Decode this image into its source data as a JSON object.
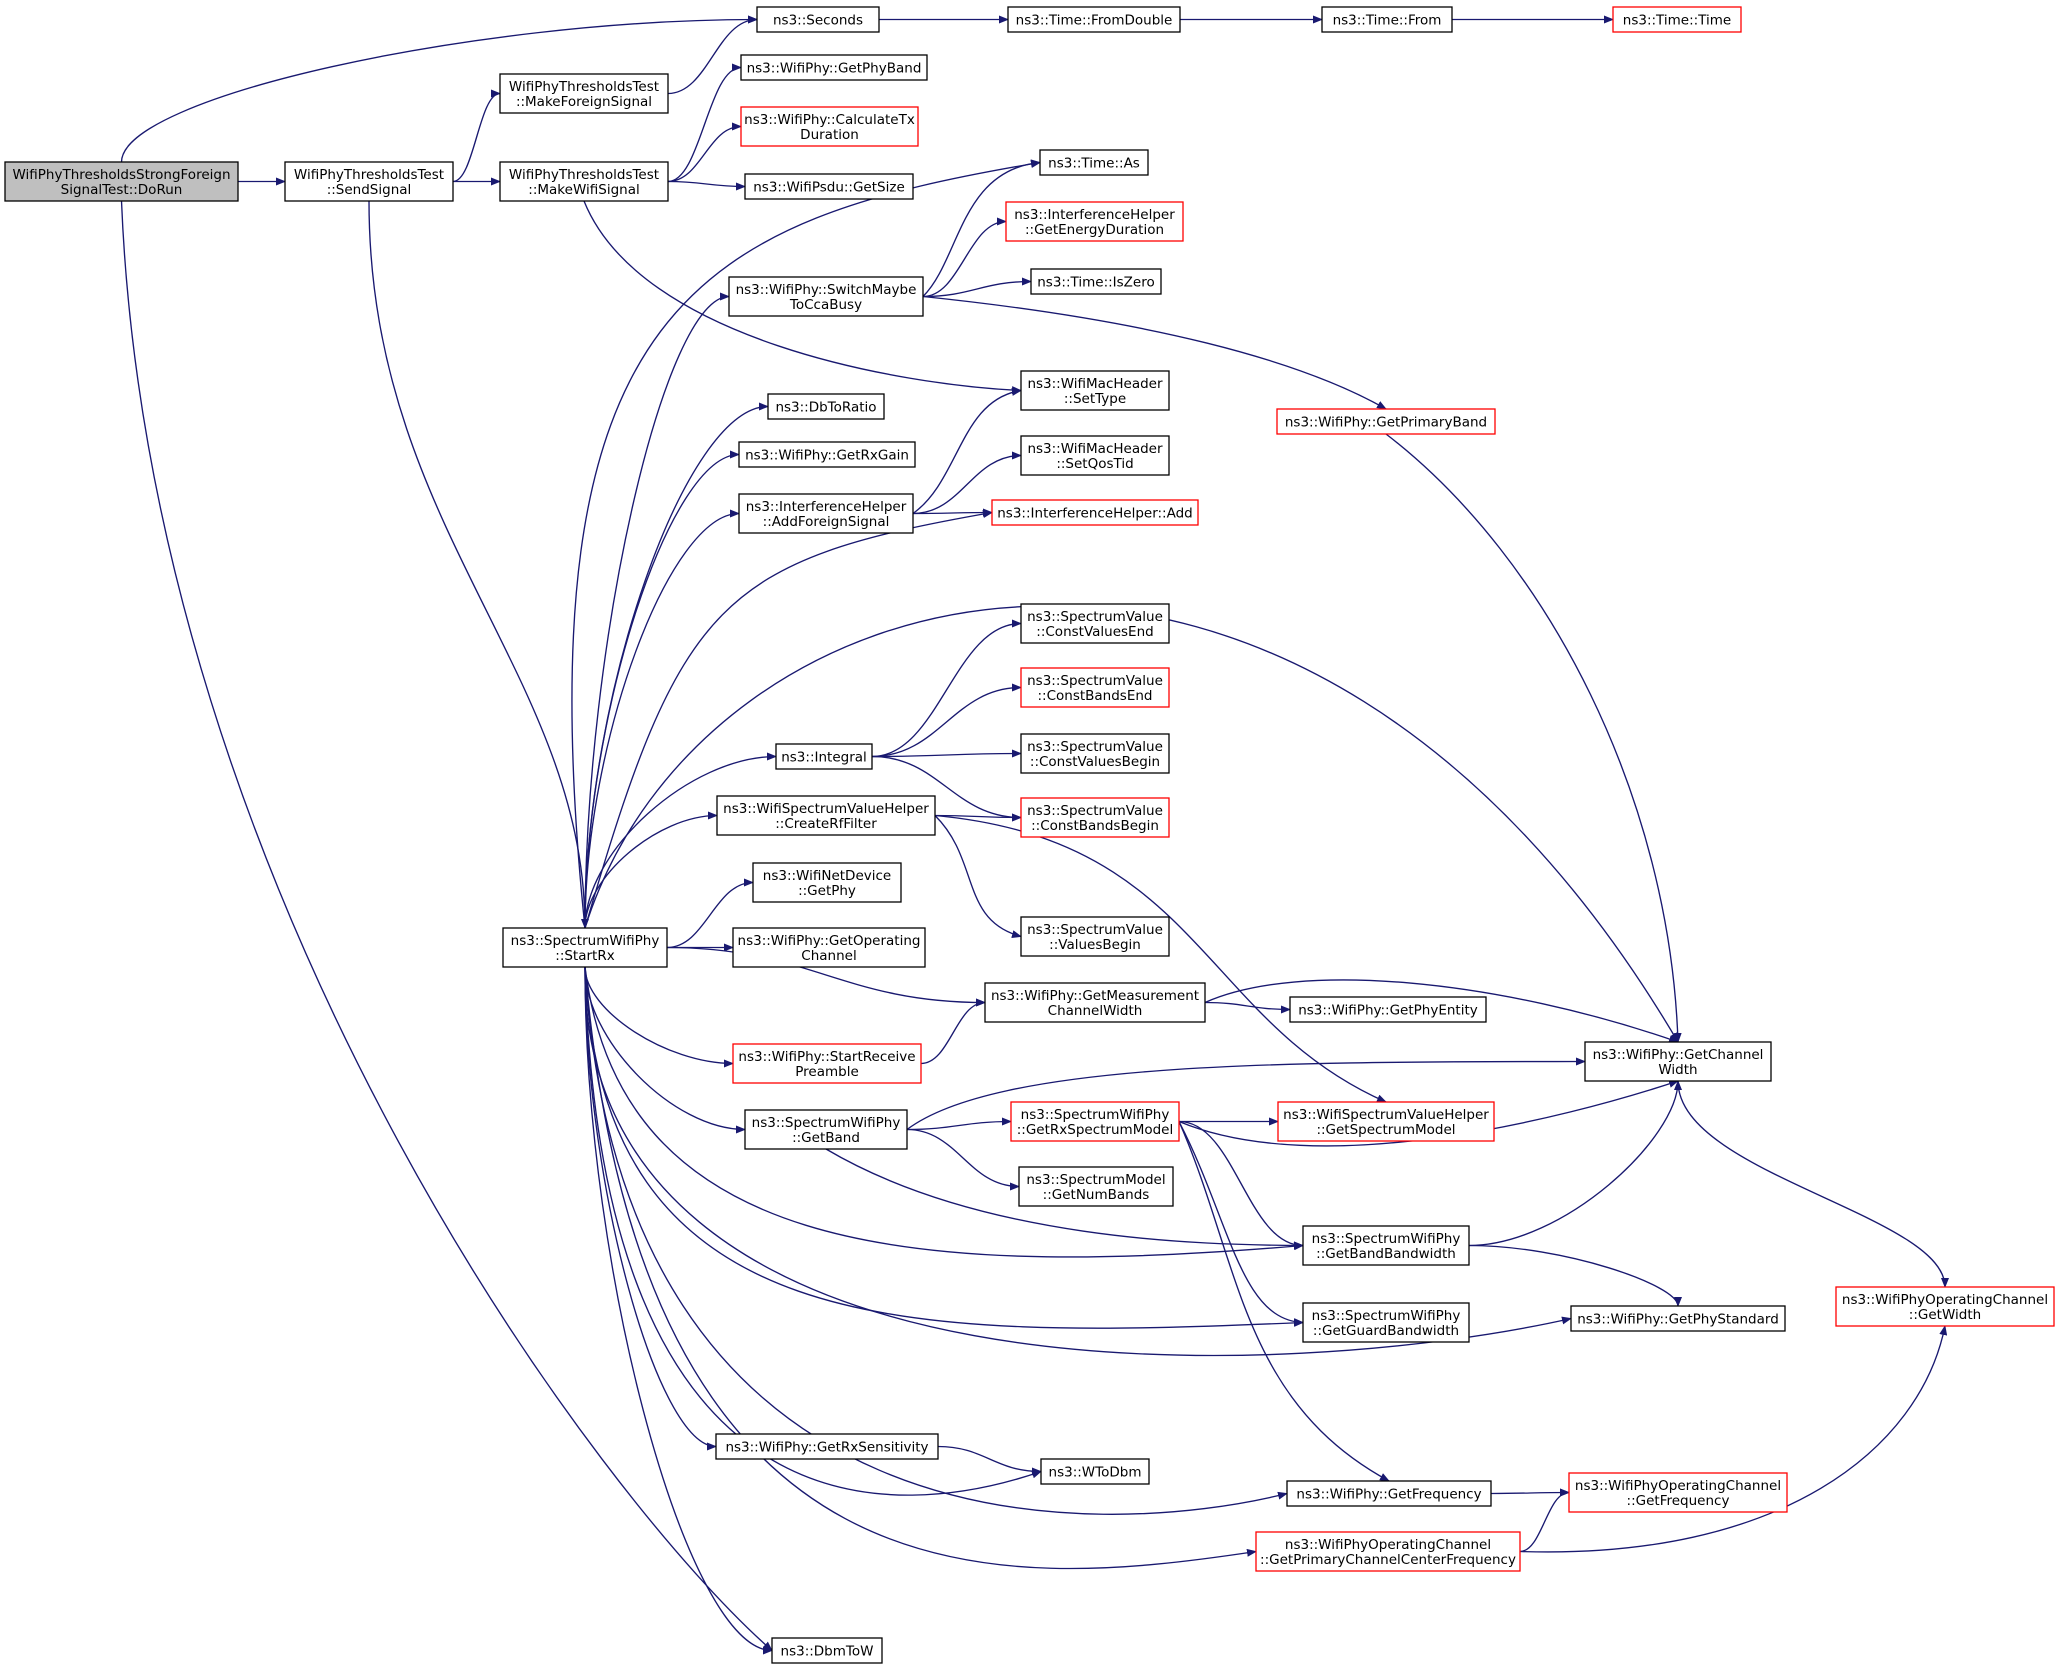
{
  "colors": {
    "edge": "#191970",
    "red_border": "#ff0000",
    "black_border": "#000000",
    "root_fill": "#bfbfbf"
  },
  "nodes": {
    "root": {
      "lines": [
        "WifiPhyThresholdsStrongForeign",
        "SignalTest::DoRun"
      ],
      "style": "root"
    },
    "sendSignal": {
      "lines": [
        "WifiPhyThresholdsTest",
        "::SendSignal"
      ]
    },
    "makeForeign": {
      "lines": [
        "WifiPhyThresholdsTest",
        "::MakeForeignSignal"
      ]
    },
    "makeWifi": {
      "lines": [
        "WifiPhyThresholdsTest",
        "::MakeWifiSignal"
      ]
    },
    "seconds": {
      "lines": [
        "ns3::Seconds"
      ]
    },
    "fromDouble": {
      "lines": [
        "ns3::Time::FromDouble"
      ]
    },
    "timeFrom": {
      "lines": [
        "ns3::Time::From"
      ]
    },
    "timeTime": {
      "lines": [
        "ns3::Time::Time"
      ],
      "style": "red"
    },
    "getPhyBand": {
      "lines": [
        "ns3::WifiPhy::GetPhyBand"
      ]
    },
    "calcTx": {
      "lines": [
        "ns3::WifiPhy::CalculateTx",
        "Duration"
      ],
      "style": "red"
    },
    "psduSize": {
      "lines": [
        "ns3::WifiPsdu::GetSize"
      ]
    },
    "timeAs": {
      "lines": [
        "ns3::Time::As"
      ]
    },
    "getEnergyDur": {
      "lines": [
        "ns3::InterferenceHelper",
        "::GetEnergyDuration"
      ],
      "style": "red"
    },
    "isZero": {
      "lines": [
        "ns3::Time::IsZero"
      ]
    },
    "switchCca": {
      "lines": [
        "ns3::WifiPhy::SwitchMaybe",
        "ToCcaBusy"
      ]
    },
    "setType": {
      "lines": [
        "ns3::WifiMacHeader",
        "::SetType"
      ]
    },
    "primaryBand": {
      "lines": [
        "ns3::WifiPhy::GetPrimaryBand"
      ],
      "style": "red"
    },
    "dbToRatio": {
      "lines": [
        "ns3::DbToRatio"
      ]
    },
    "rxGain": {
      "lines": [
        "ns3::WifiPhy::GetRxGain"
      ]
    },
    "setQos": {
      "lines": [
        "ns3::WifiMacHeader",
        "::SetQosTid"
      ]
    },
    "addForeign": {
      "lines": [
        "ns3::InterferenceHelper",
        "::AddForeignSignal"
      ]
    },
    "ihAdd": {
      "lines": [
        "ns3::InterferenceHelper::Add"
      ],
      "style": "red"
    },
    "cvEnd": {
      "lines": [
        "ns3::SpectrumValue",
        "::ConstValuesEnd"
      ]
    },
    "cbEnd": {
      "lines": [
        "ns3::SpectrumValue",
        "::ConstBandsEnd"
      ],
      "style": "red"
    },
    "integral": {
      "lines": [
        "ns3::Integral"
      ]
    },
    "cvBegin": {
      "lines": [
        "ns3::SpectrumValue",
        "::ConstValuesBegin"
      ]
    },
    "cbBegin": {
      "lines": [
        "ns3::SpectrumValue",
        "::ConstBandsBegin"
      ],
      "style": "red"
    },
    "rfFilter": {
      "lines": [
        "ns3::WifiSpectrumValueHelper",
        "::CreateRfFilter"
      ]
    },
    "netGetPhy": {
      "lines": [
        "ns3::WifiNetDevice",
        "::GetPhy"
      ]
    },
    "valBegin": {
      "lines": [
        "ns3::SpectrumValue",
        "::ValuesBegin"
      ]
    },
    "startRx": {
      "lines": [
        "ns3::SpectrumWifiPhy",
        "::StartRx"
      ]
    },
    "getOpChan": {
      "lines": [
        "ns3::WifiPhy::GetOperating",
        "Channel"
      ]
    },
    "measWidth": {
      "lines": [
        "ns3::WifiPhy::GetMeasurement",
        "ChannelWidth"
      ]
    },
    "phyEntity": {
      "lines": [
        "ns3::WifiPhy::GetPhyEntity"
      ]
    },
    "recvPreamble": {
      "lines": [
        "ns3::WifiPhy::StartReceive",
        "Preamble"
      ],
      "style": "red"
    },
    "chanWidth": {
      "lines": [
        "ns3::WifiPhy::GetChannel",
        "Width"
      ]
    },
    "getBand": {
      "lines": [
        "ns3::SpectrumWifiPhy",
        "::GetBand"
      ]
    },
    "rxSpecModel": {
      "lines": [
        "ns3::SpectrumWifiPhy",
        "::GetRxSpectrumModel"
      ],
      "style": "red"
    },
    "getSpecModel": {
      "lines": [
        "ns3::WifiSpectrumValueHelper",
        "::GetSpectrumModel"
      ],
      "style": "red"
    },
    "numBands": {
      "lines": [
        "ns3::SpectrumModel",
        "::GetNumBands"
      ]
    },
    "bandBw": {
      "lines": [
        "ns3::SpectrumWifiPhy",
        "::GetBandBandwidth"
      ]
    },
    "guardBw": {
      "lines": [
        "ns3::SpectrumWifiPhy",
        "::GetGuardBandwidth"
      ]
    },
    "phyStd": {
      "lines": [
        "ns3::WifiPhy::GetPhyStandard"
      ]
    },
    "opWidth": {
      "lines": [
        "ns3::WifiPhyOperatingChannel",
        "::GetWidth"
      ],
      "style": "red"
    },
    "rxSens": {
      "lines": [
        "ns3::WifiPhy::GetRxSensitivity"
      ]
    },
    "wToDbm": {
      "lines": [
        "ns3::WToDbm"
      ]
    },
    "getFreq": {
      "lines": [
        "ns3::WifiPhy::GetFrequency"
      ]
    },
    "opFreq": {
      "lines": [
        "ns3::WifiPhyOperatingChannel",
        "::GetFrequency"
      ],
      "style": "red"
    },
    "primCenter": {
      "lines": [
        "ns3::WifiPhyOperatingChannel",
        "::GetPrimaryChannelCenterFrequency"
      ],
      "style": "red"
    },
    "dbmToW": {
      "lines": [
        "ns3::DbmToW"
      ]
    }
  }
}
